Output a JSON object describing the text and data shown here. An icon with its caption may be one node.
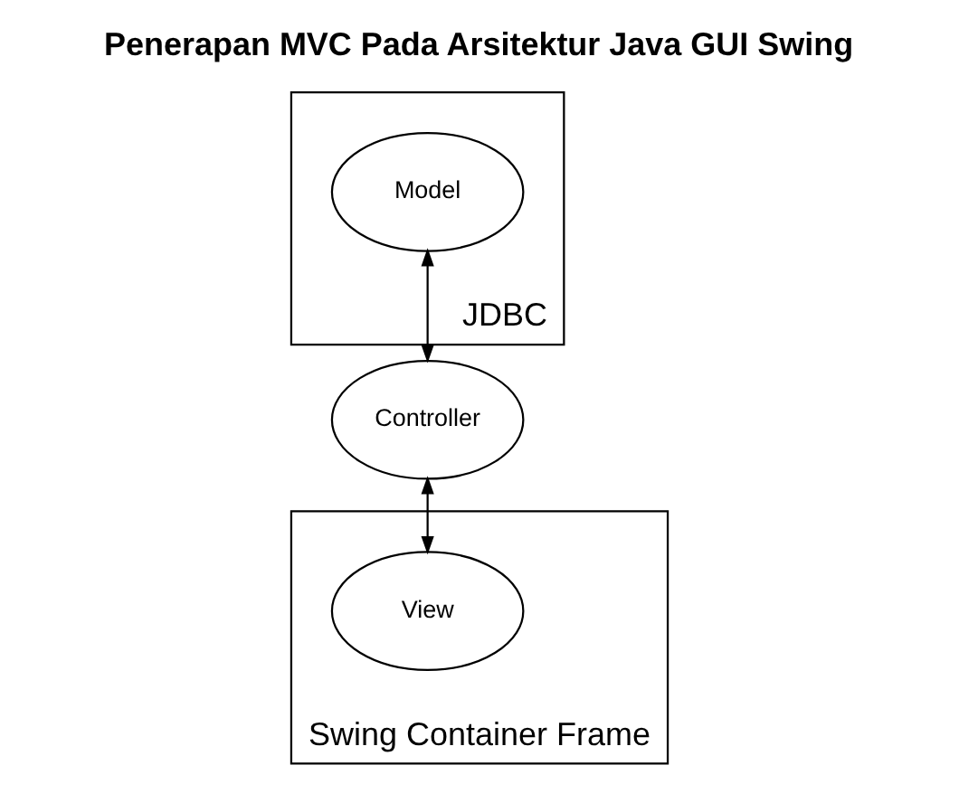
{
  "diagram": {
    "title": "Penerapan MVC Pada Arsitektur Java GUI Swing",
    "nodes": [
      {
        "text": [
          "JDBC"
        ]
      },
      {
        "text": [
          "Model"
        ],
        "in": 0
      },
      {
        "text": [
          "Controller"
        ]
      },
      {
        "text": [
          "Swing Container Frame"
        ]
      },
      {
        "text": [
          "View"
        ],
        "in": 3
      }
    ],
    "edges": [
      {
        "from": 1,
        "to": 2,
        "arrow": "both"
      },
      {
        "from": 2,
        "to": 4,
        "arrow": "both"
      }
    ]
  }
}
